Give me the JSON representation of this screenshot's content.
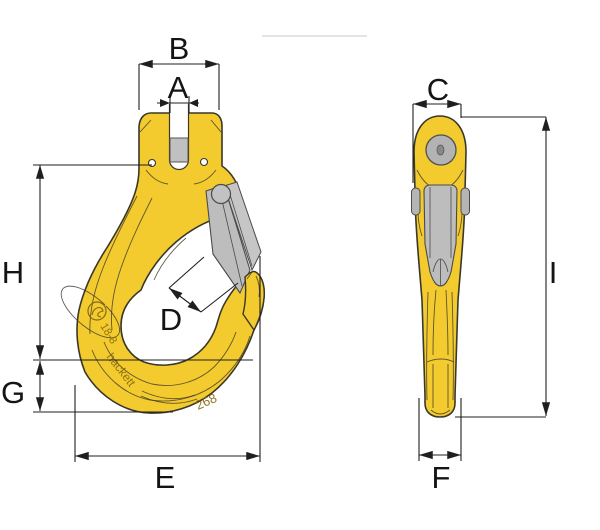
{
  "drawing": {
    "subject": "clevis-sling-hook-with-safety-latch-two-views",
    "dimension_labels": {
      "a": "A",
      "b": "B",
      "c": "C",
      "d": "D",
      "e": "E",
      "f": "F",
      "g": "G",
      "h": "H",
      "i": "I"
    },
    "engravings": {
      "grade_mark": "18-8",
      "brand_mark": "hackett",
      "size_mark": "268"
    },
    "colors": {
      "hook_body_yellow": "#f3cb2e",
      "latch_gray": "#bdbdbd",
      "pin_gray": "#b3b3b3",
      "outline_dark": "#3a372b",
      "dimension_line": "#1f1f1f",
      "label_text": "#141414",
      "engraving_gold": "#86690f",
      "artifact_line_gray": "#dcdcdc",
      "background": "#ffffff"
    }
  }
}
